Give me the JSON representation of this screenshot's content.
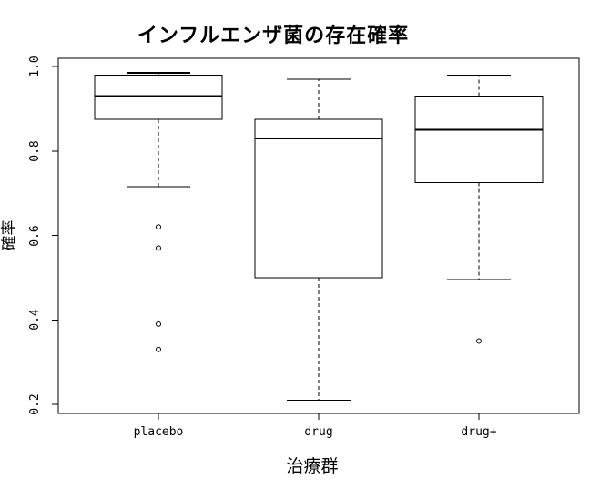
{
  "page": {
    "background": "#ffffff"
  },
  "chart_data": {
    "type": "boxplot",
    "title": "インフルエンザ菌の存在確率",
    "xlabel": "治療群",
    "ylabel": "確率",
    "categories": [
      "placebo",
      "drug",
      "drug+"
    ],
    "y_ticks": [
      0.2,
      0.4,
      0.6,
      0.8,
      1.0
    ],
    "ylim": [
      0.2,
      1.0
    ],
    "grid": false,
    "legend": false,
    "line_color": "#000000",
    "fill_color": "#ffffff",
    "series": [
      {
        "name": "placebo",
        "whisker_low": 0.715,
        "q1": 0.875,
        "median": 0.93,
        "q3": 0.98,
        "whisker_high": 0.985,
        "outliers": [
          0.62,
          0.57,
          0.39,
          0.33
        ]
      },
      {
        "name": "drug",
        "whisker_low": 0.21,
        "q1": 0.5,
        "median": 0.83,
        "q3": 0.875,
        "whisker_high": 0.97,
        "outliers": []
      },
      {
        "name": "drug+",
        "whisker_low": 0.495,
        "q1": 0.725,
        "median": 0.85,
        "q3": 0.93,
        "whisker_high": 0.98,
        "outliers": [
          0.35
        ]
      }
    ]
  }
}
